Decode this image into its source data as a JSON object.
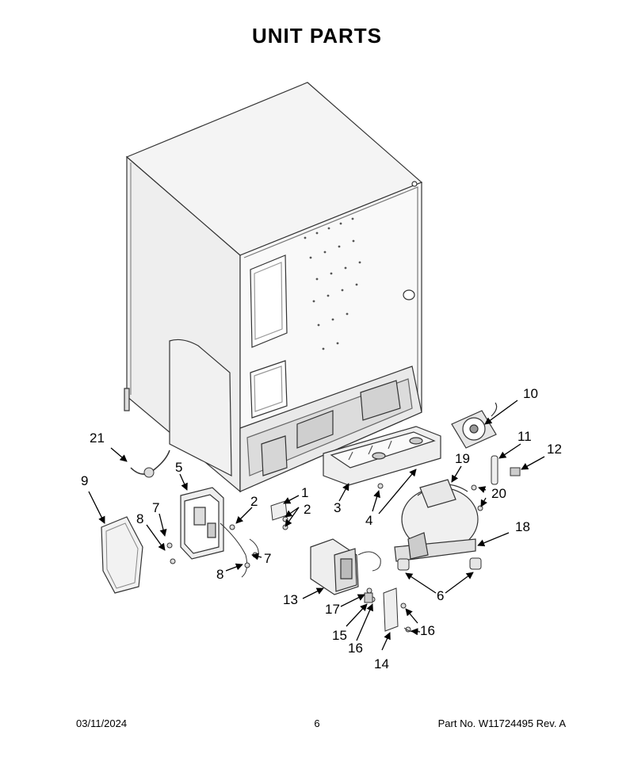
{
  "title": "UNIT PARTS",
  "callouts": [
    {
      "id": "c1",
      "label": "1"
    },
    {
      "id": "c2a",
      "label": "2"
    },
    {
      "id": "c2b",
      "label": "2"
    },
    {
      "id": "c3",
      "label": "3"
    },
    {
      "id": "c4",
      "label": "4"
    },
    {
      "id": "c5",
      "label": "5"
    },
    {
      "id": "c6",
      "label": "6"
    },
    {
      "id": "c7a",
      "label": "7"
    },
    {
      "id": "c7b",
      "label": "7"
    },
    {
      "id": "c8a",
      "label": "8"
    },
    {
      "id": "c8b",
      "label": "8"
    },
    {
      "id": "c9",
      "label": "9"
    },
    {
      "id": "c10",
      "label": "10"
    },
    {
      "id": "c11",
      "label": "11"
    },
    {
      "id": "c12",
      "label": "12"
    },
    {
      "id": "c13",
      "label": "13"
    },
    {
      "id": "c14",
      "label": "14"
    },
    {
      "id": "c15",
      "label": "15"
    },
    {
      "id": "c16a",
      "label": "16"
    },
    {
      "id": "c16b",
      "label": "16"
    },
    {
      "id": "c17",
      "label": "17"
    },
    {
      "id": "c18",
      "label": "18"
    },
    {
      "id": "c19",
      "label": "19"
    },
    {
      "id": "c20",
      "label": "20"
    },
    {
      "id": "c21",
      "label": "21"
    }
  ],
  "footer": {
    "date": "03/11/2024",
    "page": "6",
    "part": "Part No.  W11724495  Rev.  A"
  }
}
